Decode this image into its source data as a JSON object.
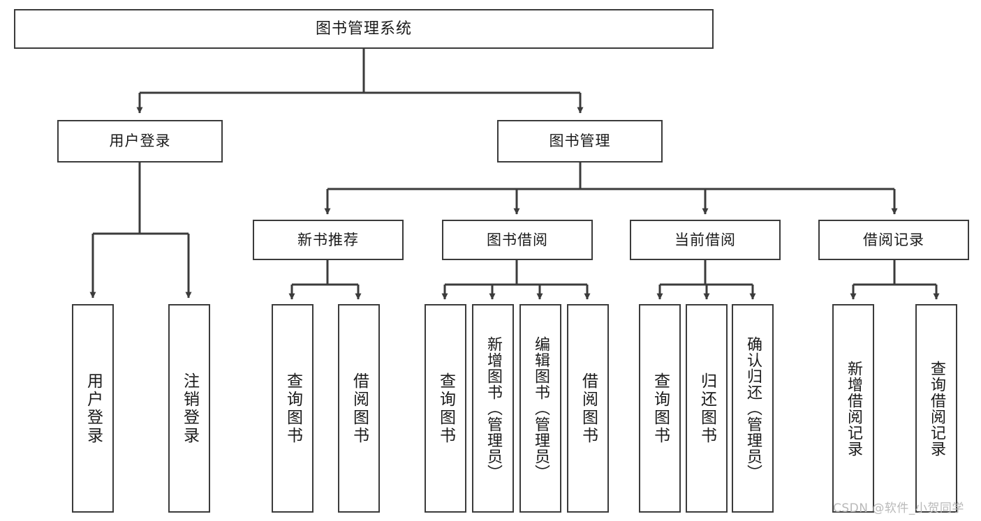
{
  "diagram": {
    "type": "tree-hierarchy",
    "title": "图书管理系统",
    "root": {
      "id": "root",
      "label": "图书管理系统"
    },
    "tier2": [
      {
        "id": "user-login",
        "label": "用户登录"
      },
      {
        "id": "book-manage",
        "label": "图书管理"
      }
    ],
    "tier3": [
      {
        "id": "new-book-recommend",
        "label": "新书推荐",
        "parent": "book-manage"
      },
      {
        "id": "book-borrow",
        "label": "图书借阅",
        "parent": "book-manage"
      },
      {
        "id": "current-borrow",
        "label": "当前借阅",
        "parent": "book-manage"
      },
      {
        "id": "borrow-record",
        "label": "借阅记录",
        "parent": "book-manage"
      }
    ],
    "leaves": {
      "user_login": [
        {
          "id": "leaf-user-login",
          "label": "用户登录"
        },
        {
          "id": "leaf-user-logout",
          "label": "注销登录"
        }
      ],
      "new_book_recommend": [
        {
          "id": "leaf-query-book-1",
          "label": "查询图书"
        },
        {
          "id": "leaf-borrow-book-1",
          "label": "借阅图书"
        }
      ],
      "book_borrow": [
        {
          "id": "leaf-query-book-2",
          "label": "查询图书"
        },
        {
          "id": "leaf-add-book",
          "label": "新增图书（管理员）"
        },
        {
          "id": "leaf-edit-book",
          "label": "编辑图书（管理员）"
        },
        {
          "id": "leaf-borrow-book-2",
          "label": "借阅图书"
        }
      ],
      "current_borrow": [
        {
          "id": "leaf-query-book-3",
          "label": "查询图书"
        },
        {
          "id": "leaf-return-book",
          "label": "归还图书"
        },
        {
          "id": "leaf-confirm-return",
          "label": "确认归还（管理员）"
        }
      ],
      "borrow_record": [
        {
          "id": "leaf-add-record",
          "label": "新增借阅记录"
        },
        {
          "id": "leaf-query-record",
          "label": "查询借阅记录"
        }
      ]
    }
  },
  "watermark": {
    "text": "CSDN @软件_小贺同学"
  },
  "colors": {
    "border": "#3b3b3b",
    "background": "#ffffff",
    "text": "#1a1a1a",
    "connector": "#3b3b3b",
    "watermark": "#b9b9b9"
  }
}
